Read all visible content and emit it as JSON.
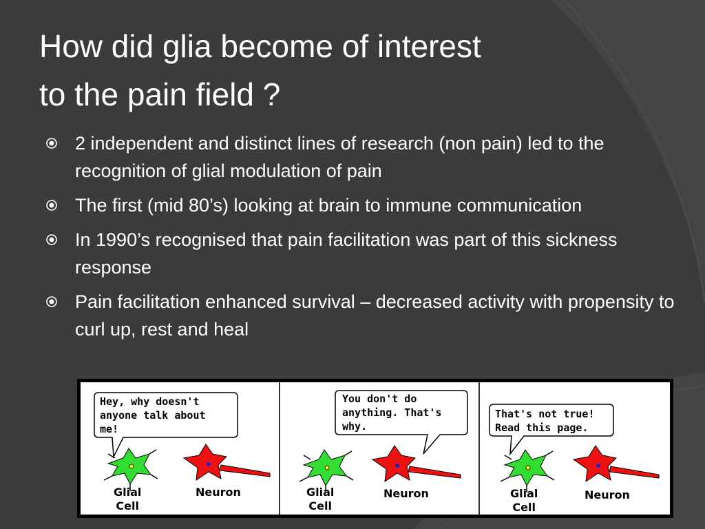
{
  "slide": {
    "title_line1": "How did glia become of interest",
    "title_line2": "to the pain field ?",
    "bullets": [
      "2 independent and distinct lines of research (non pain) led to the recognition of glial modulation of pain",
      "The first (mid 80’s) looking at brain to immune communication",
      "In 1990’s recognised that pain facilitation was part of this sickness response",
      "Pain facilitation enhanced survival – decreased activity with propensity to curl up, rest and heal"
    ]
  },
  "comic": {
    "panels": [
      {
        "speech": "Hey, why doesn't\nanyone talk about\nme!",
        "glial_label": "Glial\nCell",
        "neuron_label": "Neuron"
      },
      {
        "speech": "You don't do\nanything.  That's\nwhy.",
        "glial_label": "Glial\nCell",
        "neuron_label": "Neuron"
      },
      {
        "speech": "That's not true!\nRead this page.",
        "glial_label": "Glial\nCell",
        "neuron_label": "Neuron"
      }
    ]
  },
  "colors": {
    "background": "#3b3b3b",
    "text": "#ffffff",
    "glial_cell": "#33dd33",
    "neuron": "#ee1111"
  },
  "icons": [
    "bullet-circle-icon",
    "glial-cell-icon",
    "neuron-icon"
  ]
}
